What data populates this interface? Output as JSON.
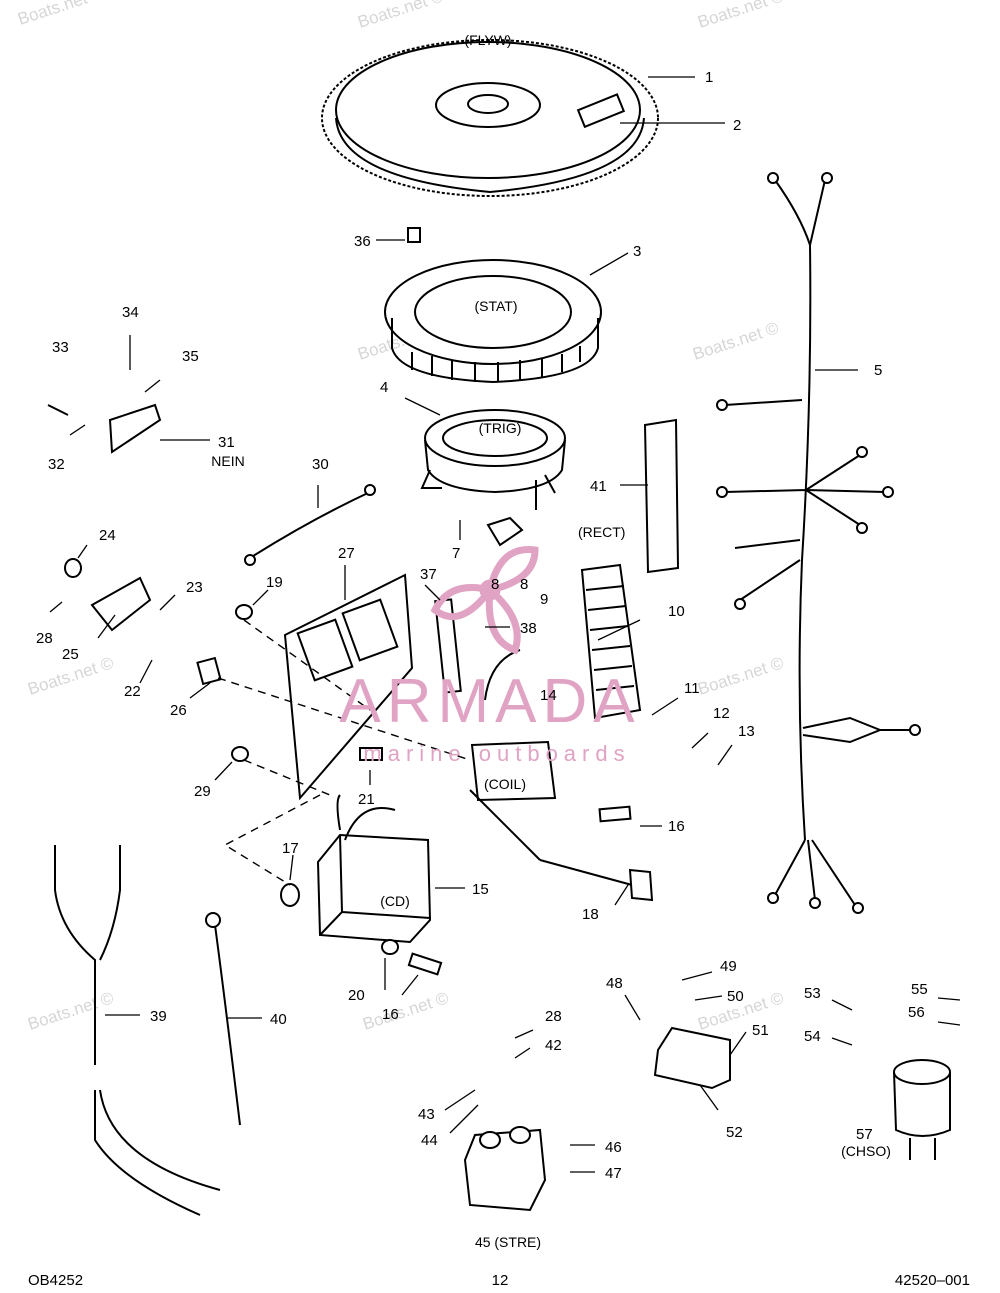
{
  "watermark": "Boats.net ©",
  "logo": {
    "name": "ARMADA",
    "tagline": "marine outboards",
    "color": "#e0a3c4"
  },
  "tags": {
    "flyw": "(FLYW)",
    "stat": "(STAT)",
    "trig": "(TRIG)",
    "rect": "(RECT)",
    "coil": "(COIL)",
    "cd": "(CD)",
    "nein": "NEIN",
    "stre": "45 (STRE)",
    "chso": "(CHSO)"
  },
  "callouts": [
    "1",
    "2",
    "3",
    "4",
    "5",
    "7",
    "8",
    "8",
    "9",
    "10",
    "11",
    "12",
    "13",
    "14",
    "15",
    "16",
    "16",
    "17",
    "18",
    "19",
    "20",
    "21",
    "22",
    "23",
    "24",
    "25",
    "26",
    "27",
    "28",
    "28",
    "29",
    "30",
    "31",
    "32",
    "33",
    "34",
    "35",
    "36",
    "37",
    "38",
    "39",
    "40",
    "41",
    "42",
    "43",
    "44",
    "46",
    "47",
    "48",
    "49",
    "50",
    "51",
    "52",
    "53",
    "54",
    "55",
    "56",
    "57"
  ],
  "footer": {
    "left": "OB4252",
    "center": "12",
    "right": "42520–001"
  }
}
